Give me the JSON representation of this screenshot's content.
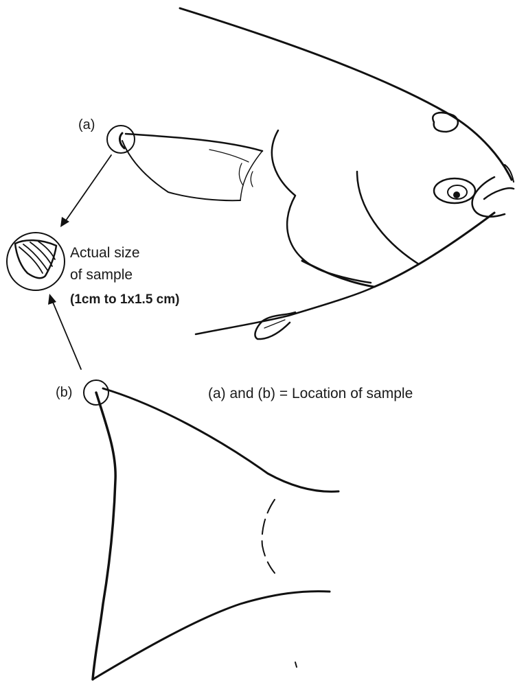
{
  "labels": {
    "marker_a": "(a)",
    "marker_b": "(b)",
    "sample_line1": "Actual size",
    "sample_line2": "of sample",
    "sample_line3": "(1cm to 1x1.5 cm)",
    "legend": "(a) and (b) = Location of sample"
  },
  "colors": {
    "ink": "#111111",
    "background": "#ffffff"
  },
  "icons": {
    "sample": "fish-scale-sample-icon"
  }
}
